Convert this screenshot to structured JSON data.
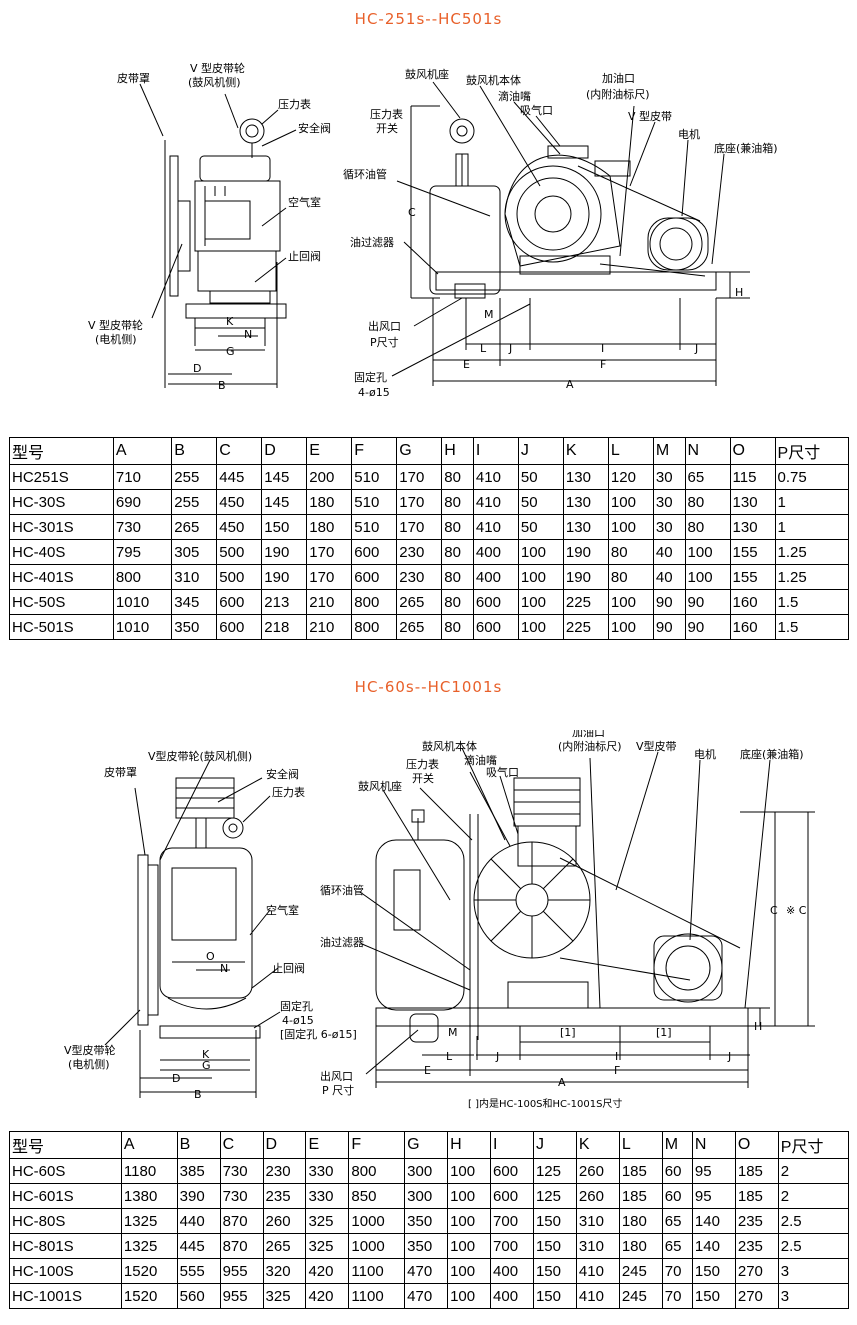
{
  "colors": {
    "title": "#e8602a",
    "line": "#000000"
  },
  "section1": {
    "title": "HC-251s--HC501s",
    "left_labels": {
      "belt_cover": "皮带罩",
      "vbelt_wheel_blower_1": "V 型皮带轮",
      "vbelt_wheel_blower_2": "(鼓风机侧)",
      "pressure_gauge": "压力表",
      "safety_valve": "安全阀",
      "air_chamber": "空气室",
      "check_valve": "止回阀",
      "vbelt_wheel_motor_1": "V 型皮带轮",
      "vbelt_wheel_motor_2": "(电机侧)"
    },
    "right_labels": {
      "blower_seat": "鼓风机座",
      "blower_body": "鼓风机本体",
      "drip_nozzle": "滴油嘴",
      "intake": "吸气口",
      "oil_inlet_1": "加油口",
      "oil_inlet_2": "(内附油标尺)",
      "gauge_switch_1": "压力表",
      "gauge_switch_2": "开关",
      "vbelt": "V 型皮带",
      "motor": "电机",
      "base_1": "底座(兼油箱)",
      "oil_pipe": "循环油管",
      "oil_filter": "油过滤器",
      "outlet_1": "出风口",
      "outlet_2": "P尺寸",
      "fix_hole_1": "固定孔",
      "fix_hole_2": "4-ø15"
    },
    "dims": {
      "K": "K",
      "N": "N",
      "G": "G",
      "D": "D",
      "B": "B",
      "C": "C",
      "H": "H",
      "M": "M",
      "L": "L",
      "J": "J",
      "I": "I",
      "E": "E",
      "F": "F",
      "A": "A"
    },
    "table": {
      "headers": [
        "型号",
        "A",
        "B",
        "C",
        "D",
        "E",
        "F",
        "G",
        "H",
        "I",
        "J",
        "K",
        "L",
        "M",
        "N",
        "O",
        "P尺寸"
      ],
      "rows": [
        [
          "HC251S",
          "710",
          "255",
          "445",
          "145",
          "200",
          "510",
          "170",
          "80",
          "410",
          "50",
          "130",
          "120",
          "30",
          "65",
          "115",
          "0.75"
        ],
        [
          "HC-30S",
          "690",
          "255",
          "450",
          "145",
          "180",
          "510",
          "170",
          "80",
          "410",
          "50",
          "130",
          "100",
          "30",
          "80",
          "130",
          "1"
        ],
        [
          "HC-301S",
          "730",
          "265",
          "450",
          "150",
          "180",
          "510",
          "170",
          "80",
          "410",
          "50",
          "130",
          "100",
          "30",
          "80",
          "130",
          "1"
        ],
        [
          "HC-40S",
          "795",
          "305",
          "500",
          "190",
          "170",
          "600",
          "230",
          "80",
          "400",
          "100",
          "190",
          "80",
          "40",
          "100",
          "155",
          "1.25"
        ],
        [
          "HC-401S",
          "800",
          "310",
          "500",
          "190",
          "170",
          "600",
          "230",
          "80",
          "400",
          "100",
          "190",
          "80",
          "40",
          "100",
          "155",
          "1.25"
        ],
        [
          "HC-50S",
          "1010",
          "345",
          "600",
          "213",
          "210",
          "800",
          "265",
          "80",
          "600",
          "100",
          "225",
          "100",
          "90",
          "90",
          "160",
          "1.5"
        ],
        [
          "HC-501S",
          "1010",
          "350",
          "600",
          "218",
          "210",
          "800",
          "265",
          "80",
          "600",
          "100",
          "225",
          "100",
          "90",
          "90",
          "160",
          "1.5"
        ]
      ]
    }
  },
  "section2": {
    "title": "HC-60s--HC1001s",
    "left_labels": {
      "vbelt_wheel_blower": "V型皮带轮(鼓风机侧)",
      "belt_cover": "皮带罩",
      "safety_valve": "安全阀",
      "pressure_gauge": "压力表",
      "air_chamber": "空气室",
      "check_valve": "止回阀",
      "fix_hole_1": "固定孔",
      "fix_hole_2": "4-ø15",
      "fix_hole_3": "[固定孔 6-ø15]",
      "vbelt_wheel_motor_1": "V型皮带轮",
      "vbelt_wheel_motor_2": "(电机侧)"
    },
    "right_labels": {
      "oil_inlet_1": "加油口",
      "oil_inlet_2": "(内附油标尺)",
      "blower_body": "鼓风机本体",
      "vbelt": "V型皮带",
      "motor": "电机",
      "base": "底座(兼油箱)",
      "gauge_switch_1": "压力表",
      "gauge_switch_2": "开关",
      "drip_nozzle": "滴油嘴",
      "intake": "吸气口",
      "blower_seat": "鼓风机座",
      "oil_pipe": "循环油管",
      "oil_filter": "油过滤器",
      "outlet_1": "出风口",
      "outlet_2": "P 尺寸",
      "note": "[ ]内是HC-100S和HC-1001S尺寸",
      "bracket": "[1]"
    },
    "dims": {
      "K": "K",
      "N": "N",
      "O": "O",
      "G": "G",
      "D": "D",
      "B": "B",
      "C": "C",
      "C2": "※ C",
      "H": "H",
      "M": "M",
      "L": "L",
      "J": "J",
      "I": "I",
      "E": "E",
      "F": "F",
      "A": "A"
    },
    "table": {
      "headers": [
        "型号",
        "A",
        "B",
        "C",
        "D",
        "E",
        "F",
        "G",
        "H",
        "I",
        "J",
        "K",
        "L",
        "M",
        "N",
        "O",
        "P尺寸"
      ],
      "rows": [
        [
          "HC-60S",
          "1180",
          "385",
          "730",
          "230",
          "330",
          "800",
          "300",
          "100",
          "600",
          "125",
          "260",
          "185",
          "60",
          "95",
          "185",
          "2"
        ],
        [
          "HC-601S",
          "1380",
          "390",
          "730",
          "235",
          "330",
          "850",
          "300",
          "100",
          "600",
          "125",
          "260",
          "185",
          "60",
          "95",
          "185",
          "2"
        ],
        [
          "HC-80S",
          "1325",
          "440",
          "870",
          "260",
          "325",
          "1000",
          "350",
          "100",
          "700",
          "150",
          "310",
          "180",
          "65",
          "140",
          "235",
          "2.5"
        ],
        [
          "HC-801S",
          "1325",
          "445",
          "870",
          "265",
          "325",
          "1000",
          "350",
          "100",
          "700",
          "150",
          "310",
          "180",
          "65",
          "140",
          "235",
          "2.5"
        ],
        [
          "HC-100S",
          "1520",
          "555",
          "955",
          "320",
          "420",
          "1100",
          "470",
          "100",
          "400",
          "150",
          "410",
          "245",
          "70",
          "150",
          "270",
          "3"
        ],
        [
          "HC-1001S",
          "1520",
          "560",
          "955",
          "325",
          "420",
          "1100",
          "470",
          "100",
          "400",
          "150",
          "410",
          "245",
          "70",
          "150",
          "270",
          "3"
        ]
      ]
    }
  }
}
